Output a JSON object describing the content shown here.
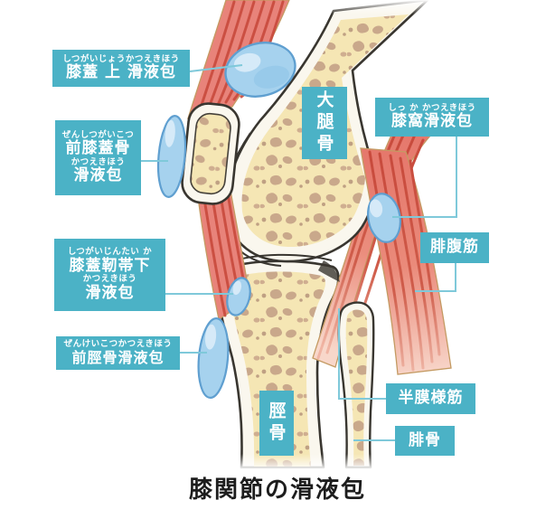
{
  "figure": {
    "caption": "膝関節の滑液包"
  },
  "colors": {
    "label_bg": "#4bb2c6",
    "label_text": "#ffffff",
    "leader_line": "#7fc9da",
    "bursa_fill": "#a6d2ee",
    "bursa_stroke": "#5f9fd0",
    "muscle_body": "#e8837a",
    "muscle_stripe": "#c84a3c",
    "bone_cortex": "#faf7ee",
    "bone_spongy": "#f5e6b4",
    "bone_speckle": "#c9a88b",
    "outline": "#393630"
  },
  "labels": {
    "suprapatellar": {
      "furigana": "しつがいじょうかつえきほう",
      "text": "膝蓋 上 滑液包"
    },
    "prepatellar": {
      "furigana1": "ぜんしつがいこつ",
      "text1": "前膝蓋骨",
      "furigana2": "かつえきほう",
      "text2": "滑液包"
    },
    "infrapatellar": {
      "furigana1": "しつがいじんたい か",
      "text1": "膝蓋靭帯下",
      "furigana2": "かつえきほう",
      "text2": "滑液包"
    },
    "pretibial": {
      "furigana": "ぜんけいこつかつえきほう",
      "text": "前脛骨滑液包"
    },
    "popliteal": {
      "furigana": "しっ か かつえきほう",
      "text": "膝窩滑液包"
    },
    "gastrocnemius": {
      "text": "腓腹筋"
    },
    "semimembranosus": {
      "text": "半膜様筋"
    },
    "fibula_bone": {
      "text": "腓骨"
    },
    "femur_bone": {
      "text": "大腿骨"
    },
    "tibia_bone": {
      "text": "脛骨"
    }
  }
}
